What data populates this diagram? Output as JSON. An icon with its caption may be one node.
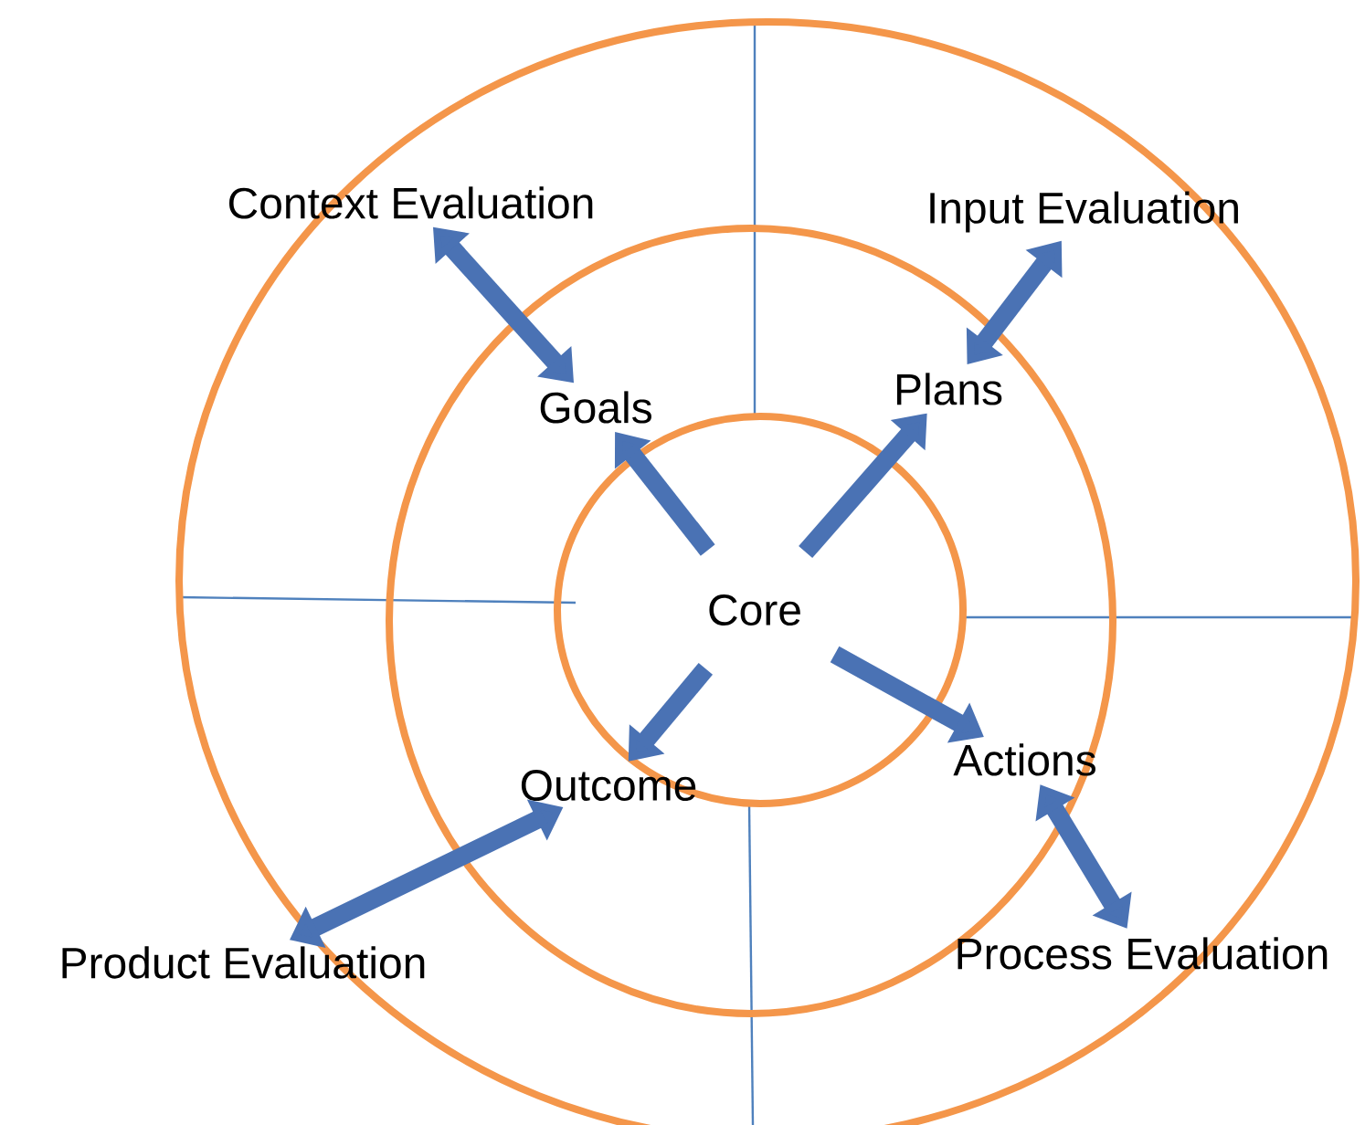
{
  "diagram": {
    "nodes": [
      {
        "text": [
          "Core"
        ]
      },
      {
        "text": [
          "Goals"
        ]
      },
      {
        "text": [
          "Plans"
        ]
      },
      {
        "text": [
          "Actions"
        ]
      },
      {
        "text": [
          "Outcome"
        ]
      },
      {
        "text": [
          "Context Evaluation"
        ]
      },
      {
        "text": [
          "Input Evaluation"
        ]
      },
      {
        "text": [
          "Process Evaluation"
        ]
      },
      {
        "text": [
          "Product Evaluation"
        ]
      }
    ],
    "edges": [
      {
        "from": 0,
        "to": 1,
        "arrow": "to"
      },
      {
        "from": 0,
        "to": 2,
        "arrow": "to"
      },
      {
        "from": 0,
        "to": 3,
        "arrow": "to"
      },
      {
        "from": 0,
        "to": 4,
        "arrow": "to"
      },
      {
        "from": 5,
        "to": 1,
        "arrow": "both"
      },
      {
        "from": 6,
        "to": 2,
        "arrow": "both"
      },
      {
        "from": 7,
        "to": 3,
        "arrow": "both"
      },
      {
        "from": 8,
        "to": 4,
        "arrow": "both"
      }
    ]
  }
}
